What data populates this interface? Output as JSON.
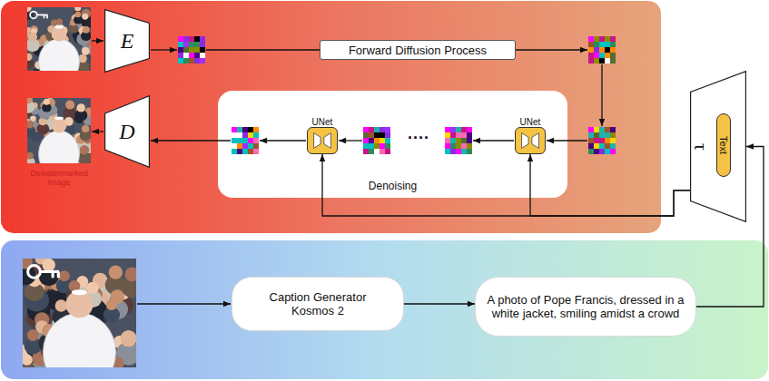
{
  "diagram": {
    "nodes": [
      {
        "text": [
          "E"
        ]
      },
      {
        "text": [
          "Forward Diffusion Process"
        ]
      },
      {
        "text": [
          "D"
        ]
      },
      {
        "text": [
          "Denoising"
        ]
      },
      {
        "text": [
          "UNet"
        ],
        "in": 3
      },
      {
        "text": [
          "UNet"
        ],
        "in": 3
      },
      {
        "text": [
          "τ"
        ]
      },
      {
        "text": [
          "Text"
        ],
        "in": 6
      },
      {
        "text": [
          "Caption Generator Kosmos 2"
        ]
      },
      {
        "text": [
          "A photo of Pope Francis, dressed in a white jacket, smiling amidst a crowd"
        ]
      }
    ],
    "edges": [
      {
        "from": 6,
        "to": 4,
        "arrow": "to"
      },
      {
        "from": 6,
        "to": 5,
        "arrow": "to"
      },
      {
        "from": 8,
        "to": 9,
        "arrow": "to"
      },
      {
        "from": 9,
        "to": 6,
        "arrow": "to"
      }
    ],
    "labels": [
      "Dewatermarked Image",
      "····"
    ]
  }
}
